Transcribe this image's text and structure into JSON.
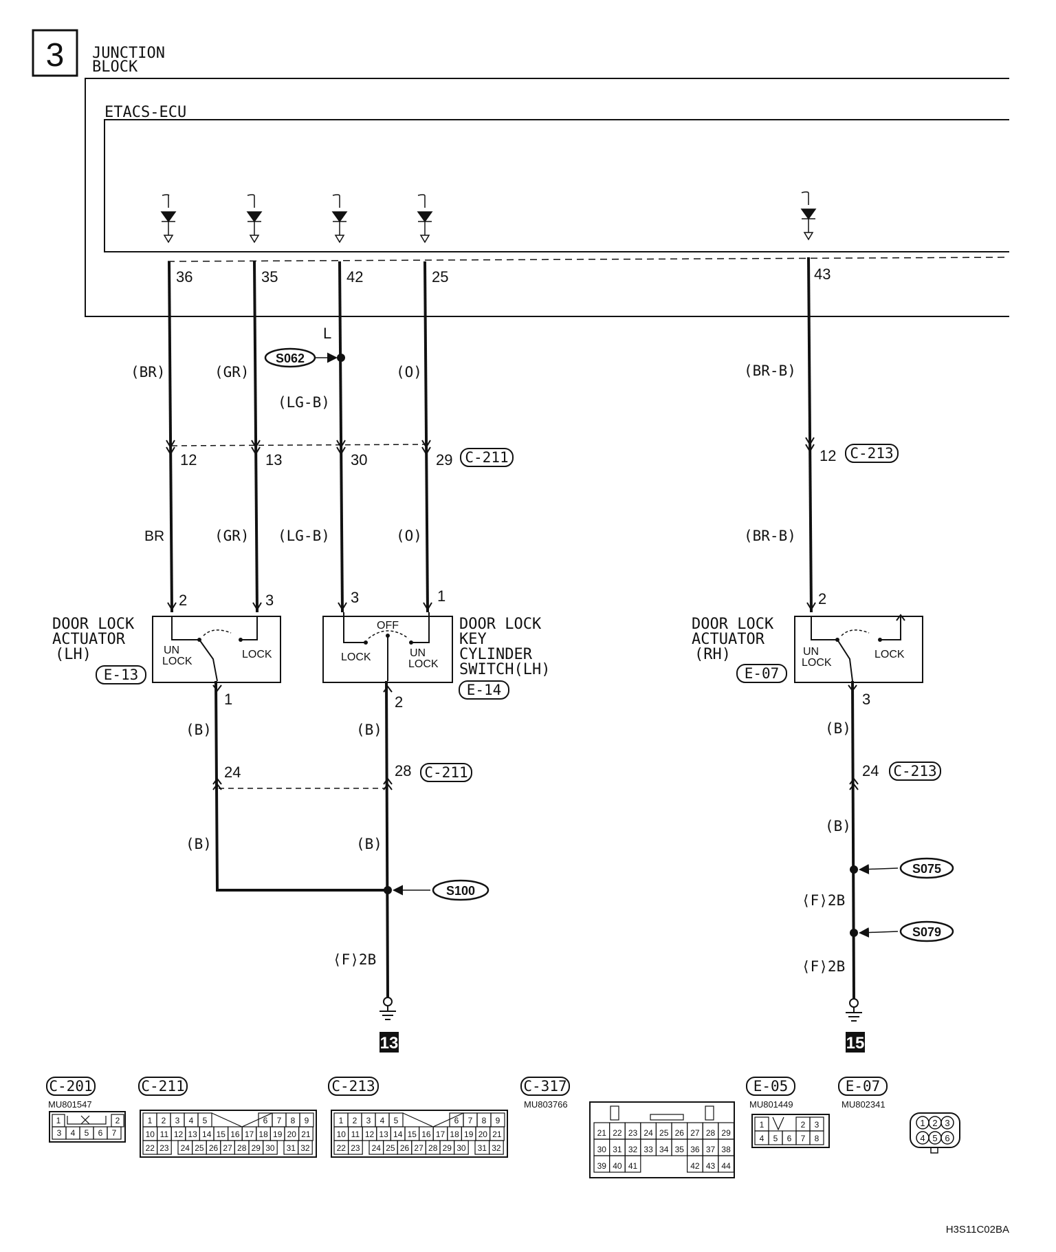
{
  "header": {
    "section_number": "3",
    "title_line1": "JUNCTION",
    "title_line2": "BLOCK",
    "ecu_label": "ETACS-ECU"
  },
  "ecu_pins": [
    "36",
    "35",
    "42",
    "25",
    "43"
  ],
  "splices": {
    "s062": "S062",
    "s100": "S100",
    "s075": "S075",
    "s079": "S079",
    "l_label": "L"
  },
  "wire_colors_upper": [
    "(BR)",
    "(GR)",
    "(LG-B)",
    "(O)",
    "(BR-B)"
  ],
  "connector_upper_lh": {
    "pins": [
      "12",
      "13",
      "30",
      "29"
    ],
    "tag": "C-211"
  },
  "connector_upper_rh": {
    "pin": "12",
    "tag": "C-213"
  },
  "wire_colors_mid": [
    "BR",
    "(GR)",
    "(LG-B)",
    "(O)",
    "(BR-B)"
  ],
  "component_pins": {
    "lh_actuator": [
      "2",
      "3",
      "1"
    ],
    "key_switch": [
      "3",
      "1",
      "2"
    ],
    "rh_actuator": [
      "2",
      "3"
    ]
  },
  "components": {
    "lh_actuator": {
      "name_lines": [
        "DOOR LOCK",
        "ACTUATOR",
        "(LH)"
      ],
      "tag": "E-13",
      "unlock_lines": [
        "UN",
        "LOCK"
      ],
      "lock": "LOCK"
    },
    "key_switch": {
      "name_lines": [
        "DOOR LOCK",
        "KEY",
        "CYLINDER",
        "SWITCH(LH)"
      ],
      "tag": "E-14",
      "off": "OFF",
      "lock": "LOCK",
      "unlock_lines": [
        "UN",
        "LOCK"
      ]
    },
    "rh_actuator": {
      "name_lines": [
        "DOOR LOCK",
        "ACTUATOR",
        "(RH)"
      ],
      "tag": "E-07",
      "unlock_lines": [
        "UN",
        "LOCK"
      ],
      "lock": "LOCK"
    }
  },
  "lower_wires": {
    "lh_color_top": "(B)",
    "ks_color_top": "(B)",
    "lh_pin": "24",
    "ks_pin": "28",
    "lh_tag": "C-211",
    "lh_color_bottom": "(B)",
    "ks_color_bottom": "(B)",
    "ground_wire_lh": "⟨F⟩2B",
    "rh_color_top": "(B)",
    "rh_pin": "24",
    "rh_tag": "C-213",
    "rh_color_mid": "(B)",
    "ground_wire_rh_1": "⟨F⟩2B",
    "ground_wire_rh_2": "⟨F⟩2B"
  },
  "grounds": [
    "13",
    "15"
  ],
  "connector_views": [
    {
      "tag": "C-201",
      "part": "MU801547"
    },
    {
      "tag": "C-211",
      "part": ""
    },
    {
      "tag": "C-213",
      "part": ""
    },
    {
      "tag": "C-317",
      "part": "MU803766"
    },
    {
      "tag": "E-05",
      "part": "MU801449"
    },
    {
      "tag": "E-07",
      "part": "MU802341"
    }
  ],
  "connector_pin_rows": {
    "c201": [
      [
        "1",
        "2"
      ],
      [
        "3",
        "4",
        "5",
        "6",
        "7"
      ]
    ],
    "c211": [
      [
        "1",
        "2",
        "3",
        "4",
        "5",
        "6",
        "7",
        "8",
        "9"
      ],
      [
        "10",
        "11",
        "12",
        "13",
        "14",
        "15",
        "16",
        "17",
        "18",
        "19",
        "20",
        "21"
      ],
      [
        "22",
        "23",
        "24",
        "25",
        "26",
        "27",
        "28",
        "29",
        "30",
        "31",
        "32"
      ]
    ],
    "c213": [
      [
        "1",
        "2",
        "3",
        "4",
        "5",
        "6",
        "7",
        "8",
        "9"
      ],
      [
        "10",
        "11",
        "12",
        "13",
        "14",
        "15",
        "16",
        "17",
        "18",
        "19",
        "20",
        "21"
      ],
      [
        "22",
        "23",
        "24",
        "25",
        "26",
        "27",
        "28",
        "29",
        "30",
        "31",
        "32"
      ]
    ],
    "c317": [
      [
        "21",
        "22",
        "23",
        "24",
        "25",
        "26",
        "27",
        "28",
        "29"
      ],
      [
        "30",
        "31",
        "32",
        "33",
        "34",
        "35",
        "36",
        "37",
        "38"
      ],
      [
        "39",
        "40",
        "41",
        "42",
        "43",
        "44"
      ]
    ],
    "e05": [
      [
        "1",
        "2",
        "3"
      ],
      [
        "4",
        "5",
        "6",
        "7",
        "8"
      ]
    ],
    "e07": [
      "1",
      "2",
      "3",
      "4",
      "5",
      "6"
    ]
  },
  "figure_code": "H3S11C02BA",
  "colors": {
    "line": "#111111",
    "background": "#ffffff"
  }
}
